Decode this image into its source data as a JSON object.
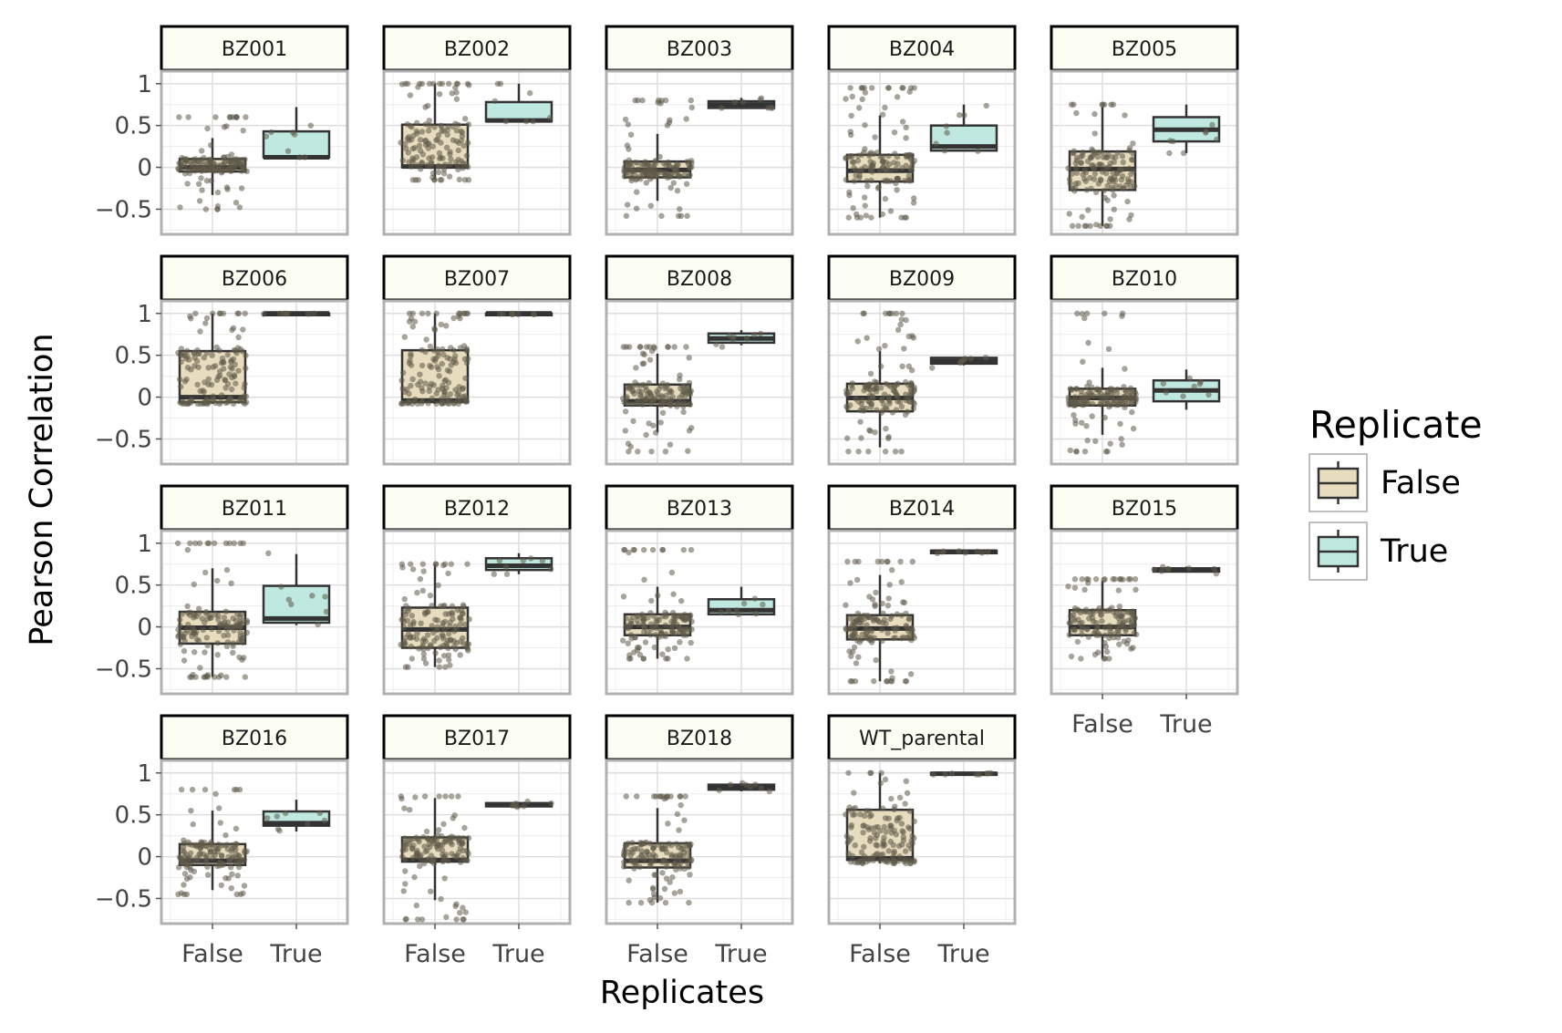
{
  "chart_data": {
    "type": "box",
    "title": "",
    "xlabel": "Replicates",
    "ylabel": "Pearson Correlation",
    "ylim": [
      -0.8,
      1.15
    ],
    "yticks": [
      -0.5,
      0,
      0.5,
      1
    ],
    "ytick_labels": [
      "−0.5",
      "0",
      "0.5",
      "1"
    ],
    "categories": [
      "False",
      "True"
    ],
    "grid": true,
    "legend": {
      "title": "Replicate",
      "position": "right",
      "entries": [
        "False",
        "True"
      ]
    },
    "colors": {
      "False": "#e8dcbf",
      "True": "#bfe9e0",
      "strip_bg": "#fcfdf3",
      "points": "#5f5a48",
      "box_line": "#333333",
      "grid": "#dddddd"
    },
    "panels": [
      {
        "label": "BZ001",
        "show_x_axis": false,
        "boxes": [
          {
            "group": "False",
            "q1": -0.05,
            "median": 0.0,
            "q3": 0.1,
            "low": -0.33,
            "high": 0.35,
            "pmin": -0.5,
            "pmax": 0.6,
            "n": 140
          },
          {
            "group": "True",
            "q1": 0.12,
            "median": 0.12,
            "q3": 0.43,
            "low": 0.12,
            "high": 0.72,
            "pmin": 0.12,
            "pmax": 0.74,
            "n": 8
          }
        ]
      },
      {
        "label": "BZ002",
        "show_x_axis": false,
        "boxes": [
          {
            "group": "False",
            "q1": 0.0,
            "median": 0.01,
            "q3": 0.51,
            "low": -0.15,
            "high": 1.0,
            "pmin": -0.15,
            "pmax": 1.0,
            "n": 140
          },
          {
            "group": "True",
            "q1": 0.55,
            "median": 0.56,
            "q3": 0.78,
            "low": 0.55,
            "high": 1.0,
            "pmin": 0.55,
            "pmax": 1.0,
            "n": 8
          }
        ]
      },
      {
        "label": "BZ003",
        "show_x_axis": false,
        "boxes": [
          {
            "group": "False",
            "q1": -0.12,
            "median": -0.03,
            "q3": 0.07,
            "low": -0.4,
            "high": 0.4,
            "pmin": -0.58,
            "pmax": 0.8,
            "n": 140
          },
          {
            "group": "True",
            "q1": 0.71,
            "median": 0.75,
            "q3": 0.79,
            "low": 0.71,
            "high": 0.83,
            "pmin": 0.71,
            "pmax": 0.83,
            "n": 8
          }
        ]
      },
      {
        "label": "BZ004",
        "show_x_axis": false,
        "boxes": [
          {
            "group": "False",
            "q1": -0.17,
            "median": -0.04,
            "q3": 0.15,
            "low": -0.6,
            "high": 0.62,
            "pmin": -0.6,
            "pmax": 0.95,
            "n": 140
          },
          {
            "group": "True",
            "q1": 0.2,
            "median": 0.25,
            "q3": 0.5,
            "low": 0.2,
            "high": 0.75,
            "pmin": 0.18,
            "pmax": 0.75,
            "n": 8
          }
        ]
      },
      {
        "label": "BZ005",
        "show_x_axis": false,
        "boxes": [
          {
            "group": "False",
            "q1": -0.27,
            "median": -0.02,
            "q3": 0.19,
            "low": -0.7,
            "high": 0.72,
            "pmin": -0.7,
            "pmax": 0.75,
            "n": 140
          },
          {
            "group": "True",
            "q1": 0.31,
            "median": 0.45,
            "q3": 0.6,
            "low": 0.17,
            "high": 0.75,
            "pmin": 0.17,
            "pmax": 0.75,
            "n": 8
          }
        ]
      },
      {
        "label": "BZ006",
        "show_x_axis": false,
        "boxes": [
          {
            "group": "False",
            "q1": -0.06,
            "median": 0.0,
            "q3": 0.55,
            "low": -0.08,
            "high": 1.0,
            "pmin": -0.08,
            "pmax": 1.0,
            "n": 140
          },
          {
            "group": "True",
            "q1": 0.99,
            "median": 1.0,
            "q3": 1.0,
            "low": 0.99,
            "high": 1.0,
            "pmin": 0.99,
            "pmax": 1.0,
            "n": 8
          }
        ]
      },
      {
        "label": "BZ007",
        "show_x_axis": false,
        "boxes": [
          {
            "group": "False",
            "q1": -0.06,
            "median": -0.04,
            "q3": 0.56,
            "low": -0.08,
            "high": 1.0,
            "pmin": -0.08,
            "pmax": 1.0,
            "n": 140
          },
          {
            "group": "True",
            "q1": 0.99,
            "median": 1.0,
            "q3": 1.0,
            "low": 0.99,
            "high": 1.0,
            "pmin": 0.99,
            "pmax": 1.0,
            "n": 8
          }
        ]
      },
      {
        "label": "BZ008",
        "show_x_axis": false,
        "boxes": [
          {
            "group": "False",
            "q1": -0.1,
            "median": -0.05,
            "q3": 0.15,
            "low": -0.42,
            "high": 0.52,
            "pmin": -0.65,
            "pmax": 0.6,
            "n": 140
          },
          {
            "group": "True",
            "q1": 0.65,
            "median": 0.7,
            "q3": 0.76,
            "low": 0.62,
            "high": 0.8,
            "pmin": 0.6,
            "pmax": 0.8,
            "n": 8
          }
        ]
      },
      {
        "label": "BZ009",
        "show_x_axis": false,
        "boxes": [
          {
            "group": "False",
            "q1": -0.17,
            "median": -0.01,
            "q3": 0.16,
            "low": -0.6,
            "high": 0.55,
            "pmin": -0.65,
            "pmax": 1.0,
            "n": 140
          },
          {
            "group": "True",
            "q1": 0.4,
            "median": 0.43,
            "q3": 0.47,
            "low": 0.38,
            "high": 0.48,
            "pmin": 0.35,
            "pmax": 0.48,
            "n": 8
          }
        ]
      },
      {
        "label": "BZ010",
        "show_x_axis": false,
        "boxes": [
          {
            "group": "False",
            "q1": -0.1,
            "median": -0.01,
            "q3": 0.1,
            "low": -0.45,
            "high": 0.35,
            "pmin": -0.65,
            "pmax": 1.0,
            "n": 140
          },
          {
            "group": "True",
            "q1": -0.05,
            "median": 0.08,
            "q3": 0.2,
            "low": -0.15,
            "high": 0.33,
            "pmin": -0.15,
            "pmax": 0.35,
            "n": 8
          }
        ]
      },
      {
        "label": "BZ011",
        "show_x_axis": false,
        "boxes": [
          {
            "group": "False",
            "q1": -0.2,
            "median": -0.01,
            "q3": 0.18,
            "low": -0.6,
            "high": 0.7,
            "pmin": -0.6,
            "pmax": 1.0,
            "n": 140
          },
          {
            "group": "True",
            "q1": 0.05,
            "median": 0.1,
            "q3": 0.49,
            "low": 0.02,
            "high": 0.87,
            "pmin": 0.02,
            "pmax": 0.88,
            "n": 8
          }
        ]
      },
      {
        "label": "BZ012",
        "show_x_axis": false,
        "boxes": [
          {
            "group": "False",
            "q1": -0.25,
            "median": -0.03,
            "q3": 0.23,
            "low": -0.48,
            "high": 0.75,
            "pmin": -0.48,
            "pmax": 0.75,
            "n": 140
          },
          {
            "group": "True",
            "q1": 0.68,
            "median": 0.73,
            "q3": 0.82,
            "low": 0.63,
            "high": 0.88,
            "pmin": 0.63,
            "pmax": 0.88,
            "n": 8
          }
        ]
      },
      {
        "label": "BZ013",
        "show_x_axis": false,
        "boxes": [
          {
            "group": "False",
            "q1": -0.1,
            "median": 0.0,
            "q3": 0.15,
            "low": -0.38,
            "high": 0.48,
            "pmin": -0.38,
            "pmax": 0.92,
            "n": 140
          },
          {
            "group": "True",
            "q1": 0.15,
            "median": 0.2,
            "q3": 0.33,
            "low": 0.15,
            "high": 0.48,
            "pmin": 0.15,
            "pmax": 0.48,
            "n": 8
          }
        ]
      },
      {
        "label": "BZ014",
        "show_x_axis": false,
        "boxes": [
          {
            "group": "False",
            "q1": -0.15,
            "median": -0.02,
            "q3": 0.14,
            "low": -0.65,
            "high": 0.62,
            "pmin": -0.65,
            "pmax": 0.78,
            "n": 140
          },
          {
            "group": "True",
            "q1": 0.88,
            "median": 0.9,
            "q3": 0.91,
            "low": 0.88,
            "high": 0.92,
            "pmin": 0.88,
            "pmax": 0.92,
            "n": 8
          }
        ]
      },
      {
        "label": "BZ015",
        "show_x_axis": true,
        "boxes": [
          {
            "group": "False",
            "q1": -0.1,
            "median": 0.0,
            "q3": 0.2,
            "low": -0.38,
            "high": 0.55,
            "pmin": -0.38,
            "pmax": 0.57,
            "n": 140
          },
          {
            "group": "True",
            "q1": 0.66,
            "median": 0.68,
            "q3": 0.7,
            "low": 0.65,
            "high": 0.72,
            "pmin": 0.63,
            "pmax": 0.72,
            "n": 8
          }
        ]
      },
      {
        "label": "BZ016",
        "show_x_axis": true,
        "boxes": [
          {
            "group": "False",
            "q1": -0.1,
            "median": -0.05,
            "q3": 0.15,
            "low": -0.4,
            "high": 0.55,
            "pmin": -0.45,
            "pmax": 0.8,
            "n": 140
          },
          {
            "group": "True",
            "q1": 0.37,
            "median": 0.4,
            "q3": 0.54,
            "low": 0.3,
            "high": 0.68,
            "pmin": 0.3,
            "pmax": 0.7,
            "n": 8
          }
        ]
      },
      {
        "label": "BZ017",
        "show_x_axis": true,
        "boxes": [
          {
            "group": "False",
            "q1": -0.06,
            "median": -0.04,
            "q3": 0.23,
            "low": -0.52,
            "high": 0.7,
            "pmin": -0.75,
            "pmax": 0.72,
            "n": 140
          },
          {
            "group": "True",
            "q1": 0.6,
            "median": 0.62,
            "q3": 0.64,
            "low": 0.58,
            "high": 0.65,
            "pmin": 0.58,
            "pmax": 0.66,
            "n": 8
          }
        ]
      },
      {
        "label": "BZ018",
        "show_x_axis": true,
        "boxes": [
          {
            "group": "False",
            "q1": -0.13,
            "median": -0.05,
            "q3": 0.16,
            "low": -0.55,
            "high": 0.58,
            "pmin": -0.55,
            "pmax": 0.72,
            "n": 140
          },
          {
            "group": "True",
            "q1": 0.8,
            "median": 0.83,
            "q3": 0.86,
            "low": 0.78,
            "high": 0.88,
            "pmin": 0.78,
            "pmax": 0.88,
            "n": 8
          }
        ]
      },
      {
        "label": "WT_parental",
        "show_x_axis": true,
        "boxes": [
          {
            "group": "False",
            "q1": -0.04,
            "median": -0.02,
            "q3": 0.56,
            "low": -0.08,
            "high": 1.0,
            "pmin": -0.08,
            "pmax": 1.0,
            "n": 140
          },
          {
            "group": "True",
            "q1": 0.98,
            "median": 0.99,
            "q3": 1.0,
            "low": 0.98,
            "high": 1.0,
            "pmin": 0.98,
            "pmax": 1.0,
            "n": 8
          }
        ]
      }
    ]
  }
}
